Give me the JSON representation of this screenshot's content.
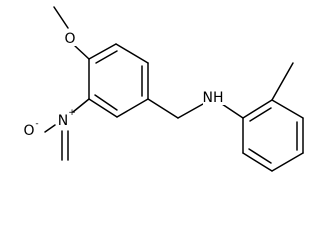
{
  "molecule": {
    "atoms": {
      "methoxy_oxygen": "O",
      "nitro_nitrogen": "N",
      "nitro_oxygen": "O",
      "amine": "NH"
    },
    "charges": {
      "nitro_nitrogen_charge": "+",
      "nitro_oxygen_charge": "-"
    }
  }
}
